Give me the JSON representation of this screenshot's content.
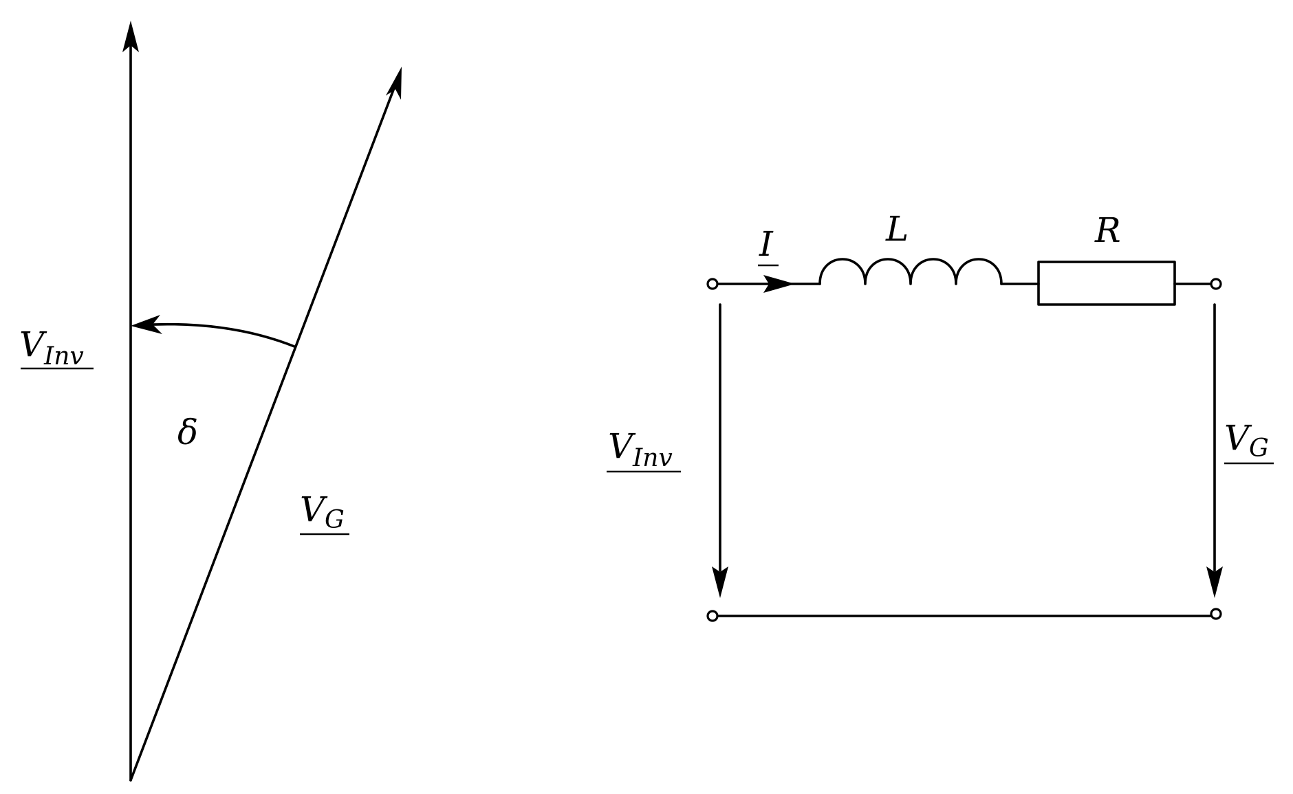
{
  "phasor_diagram": {
    "v_inv": {
      "main": "V",
      "sub": "Inv"
    },
    "v_g": {
      "main": "V",
      "sub": "G"
    },
    "angle": "δ"
  },
  "circuit": {
    "current": "I",
    "inductor": "L",
    "resistor": "R",
    "v_inv": {
      "main": "V",
      "sub": "Inv"
    },
    "v_g": {
      "main": "V",
      "sub": "G"
    }
  },
  "colors": {
    "stroke": "#000000",
    "background": "#ffffff"
  }
}
